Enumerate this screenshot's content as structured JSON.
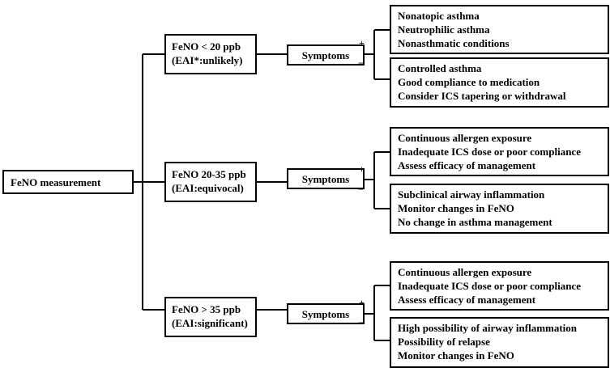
{
  "root": {
    "label": "FeNO measurement"
  },
  "branches": [
    {
      "level": {
        "line1": "FeNO   < 20 ppb",
        "line2": "(EAI*:unlikely)"
      },
      "symptoms": "Symptoms",
      "plus": "+",
      "minus": "−",
      "positive": [
        "Nonatopic asthma",
        "Neutrophilic asthma",
        "Nonasthmatic conditions"
      ],
      "negative": [
        "Controlled asthma",
        "Good compliance to medication",
        "Consider ICS tapering or withdrawal"
      ]
    },
    {
      "level": {
        "line1": "FeNO  20-35 ppb",
        "line2": "(EAI:equivocal)"
      },
      "symptoms": "Symptoms",
      "plus": "+",
      "minus": "−",
      "positive": [
        "Continuous allergen exposure",
        "Inadequate ICS dose or poor compliance",
        "Assess efficacy of management"
      ],
      "negative": [
        "Subclinical airway inflammation",
        "Monitor changes in FeNO",
        "No change in asthma management"
      ]
    },
    {
      "level": {
        "line1": "FeNO > 35 ppb",
        "line2": "(EAI:significant)"
      },
      "symptoms": "Symptoms",
      "plus": "+",
      "minus": "−",
      "positive": [
        "Continuous allergen exposure",
        "Inadequate ICS dose or poor compliance",
        "Assess efficacy of management"
      ],
      "negative": [
        "High possibility of airway inflammation",
        "Possibility of relapse",
        "Monitor changes in FeNO"
      ]
    }
  ]
}
